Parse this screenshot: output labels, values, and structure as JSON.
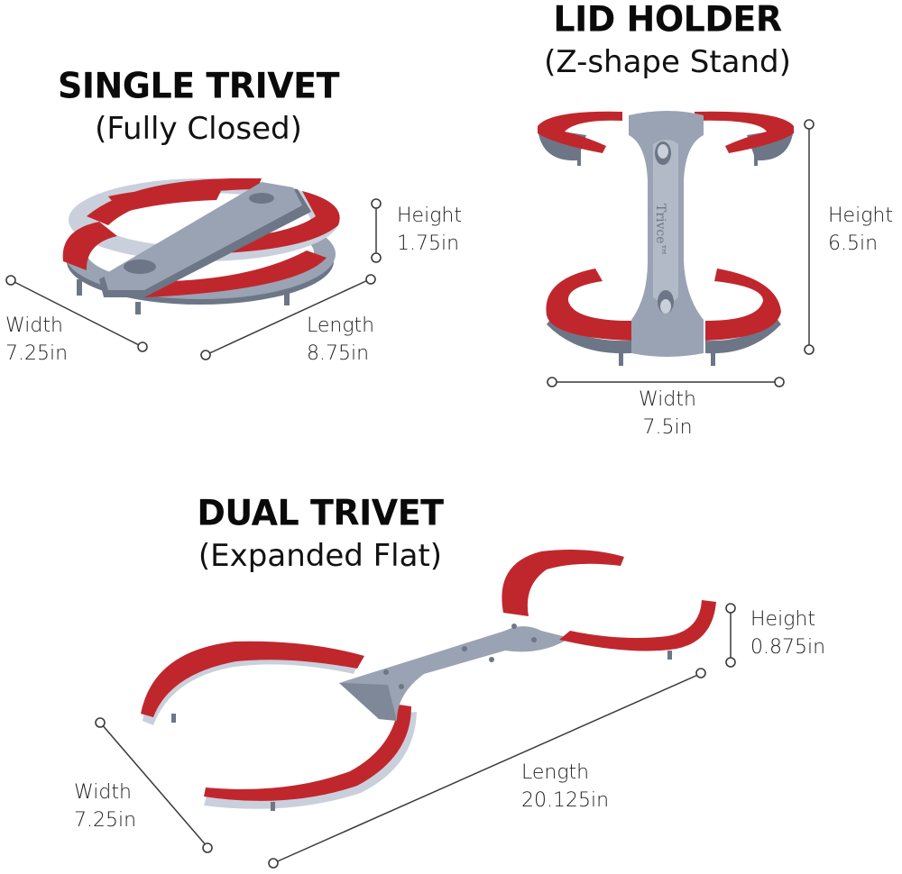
{
  "products": {
    "single": {
      "title": "SINGLE TRIVET",
      "subtitle": "(Fully Closed)",
      "height": {
        "label": "Height",
        "value": "1.75in"
      },
      "width": {
        "label": "Width",
        "value": "7.25in"
      },
      "length": {
        "label": "Length",
        "value": "8.75in"
      }
    },
    "lid": {
      "title": "LID HOLDER",
      "subtitle": "(Z-shape Stand)",
      "brand_mark": "Trivce™",
      "height": {
        "label": "Height",
        "value": "6.5in"
      },
      "width": {
        "label": "Width",
        "value": "7.5in"
      }
    },
    "dual": {
      "title": "DUAL TRIVET",
      "subtitle": "(Expanded Flat)",
      "height": {
        "label": "Height",
        "value": "0.875in"
      },
      "width": {
        "label": "Width",
        "value": "7.25in"
      },
      "length": {
        "label": "Length",
        "value": "20.125in"
      }
    }
  },
  "colors": {
    "accent_red": "#c0272d",
    "metal": "#9aa3b3",
    "text": "#111111"
  }
}
